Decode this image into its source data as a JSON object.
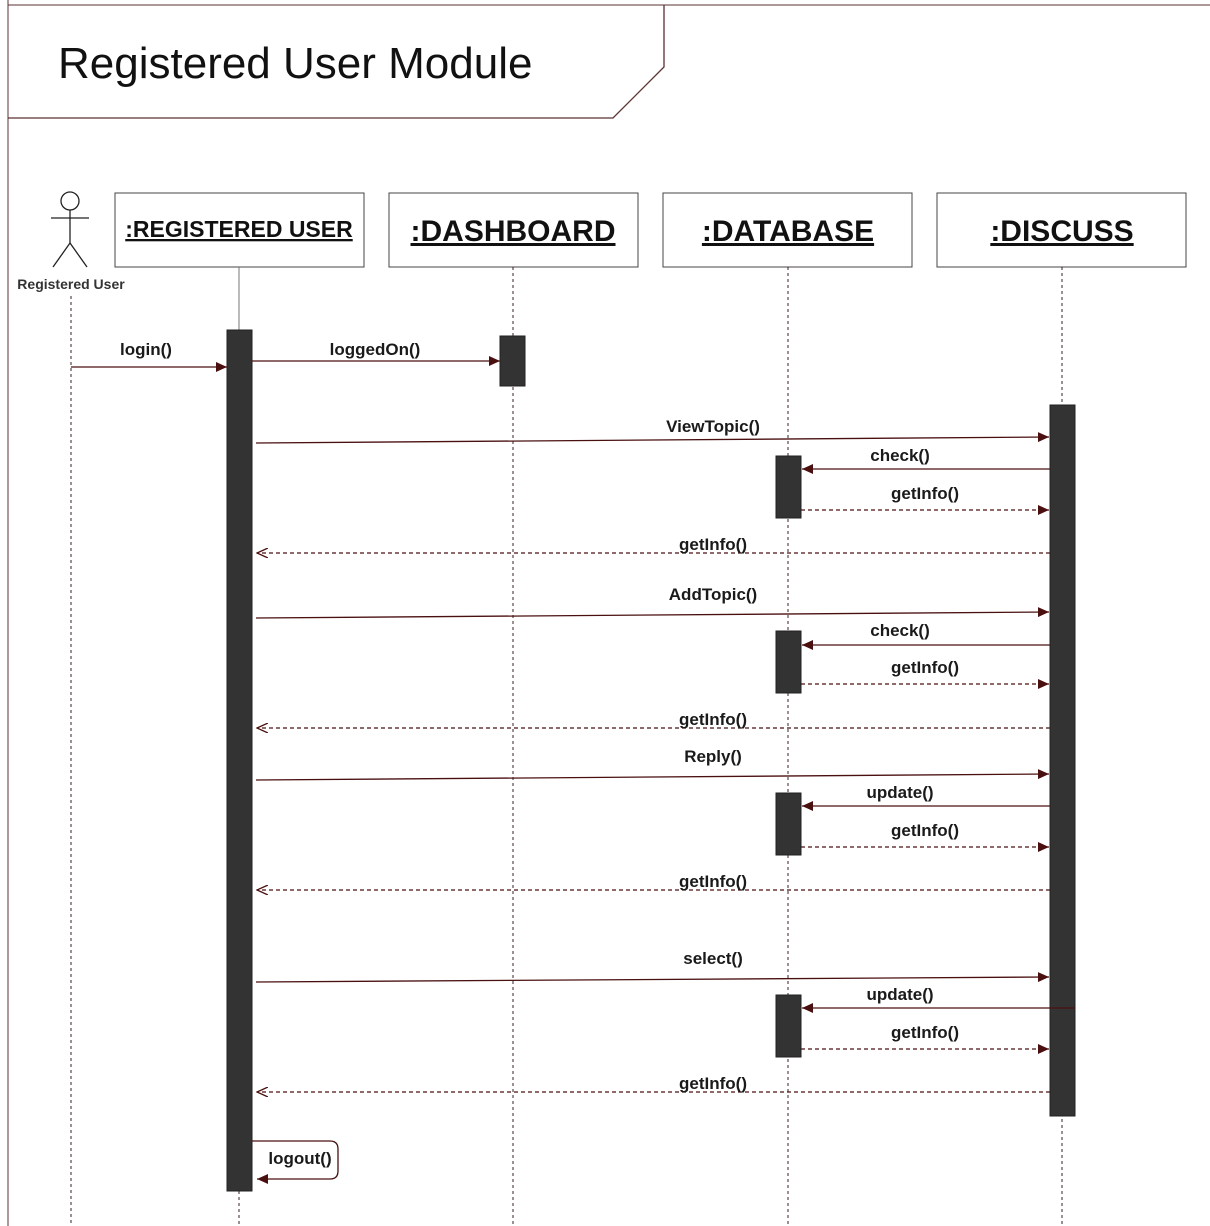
{
  "title": "Registered User Module",
  "actor": {
    "label": "Registered User",
    "icon": "stick-figure-icon"
  },
  "lifelines": [
    {
      "id": "user",
      "label": ":REGISTERED USER"
    },
    {
      "id": "dash",
      "label": ":DASHBOARD"
    },
    {
      "id": "db",
      "label": ":DATABASE"
    },
    {
      "id": "disc",
      "label": ":DISCUSS"
    }
  ],
  "messages": [
    {
      "from": "actor",
      "to": "user",
      "label": "login()",
      "kind": "call"
    },
    {
      "from": "user",
      "to": "dash",
      "label": "loggedOn()",
      "kind": "call"
    },
    {
      "from": "user",
      "to": "disc",
      "label": "ViewTopic()",
      "kind": "call"
    },
    {
      "from": "disc",
      "to": "db",
      "label": "check()",
      "kind": "call"
    },
    {
      "from": "db",
      "to": "disc",
      "label": "getInfo()",
      "kind": "return"
    },
    {
      "from": "disc",
      "to": "user",
      "label": "getInfo()",
      "kind": "return"
    },
    {
      "from": "user",
      "to": "disc",
      "label": "AddTopic()",
      "kind": "call"
    },
    {
      "from": "disc",
      "to": "db",
      "label": "check()",
      "kind": "call"
    },
    {
      "from": "db",
      "to": "disc",
      "label": "getInfo()",
      "kind": "return"
    },
    {
      "from": "disc",
      "to": "user",
      "label": "getInfo()",
      "kind": "return"
    },
    {
      "from": "user",
      "to": "disc",
      "label": "Reply()",
      "kind": "call"
    },
    {
      "from": "disc",
      "to": "db",
      "label": "update()",
      "kind": "call"
    },
    {
      "from": "db",
      "to": "disc",
      "label": "getInfo()",
      "kind": "return"
    },
    {
      "from": "disc",
      "to": "user",
      "label": "getInfo()",
      "kind": "return"
    },
    {
      "from": "user",
      "to": "disc",
      "label": "select()",
      "kind": "call"
    },
    {
      "from": "disc",
      "to": "db",
      "label": "update()",
      "kind": "call"
    },
    {
      "from": "db",
      "to": "disc",
      "label": "getInfo()",
      "kind": "return"
    },
    {
      "from": "disc",
      "to": "user",
      "label": "getInfo()",
      "kind": "return"
    },
    {
      "from": "user",
      "to": "user",
      "label": "logout()",
      "kind": "self"
    }
  ],
  "colors": {
    "line": "#4a1010",
    "activation": "#333333"
  }
}
